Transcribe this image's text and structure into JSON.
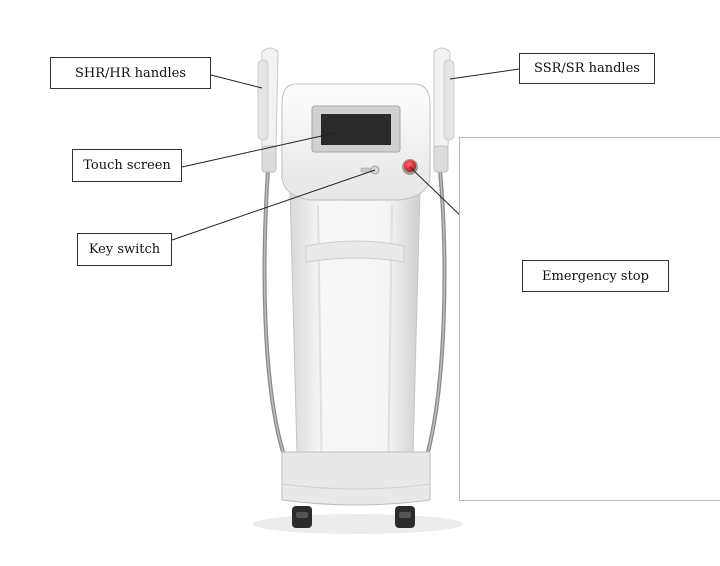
{
  "labels": {
    "shr_hr_handles": "SHR/HR handles",
    "ssr_sr_handles": "SSR/SR handles",
    "touch_screen": "Touch screen",
    "key_switch": "Key switch",
    "emergency_stop": "Emergency stop"
  },
  "colors": {
    "machine_body": "#f3f3f3",
    "machine_shadow": "#d6d6d6",
    "screen": "#2a2a2a",
    "emergency_button": "#d9252e",
    "leader_line": "#222222",
    "label_border": "#333333"
  }
}
